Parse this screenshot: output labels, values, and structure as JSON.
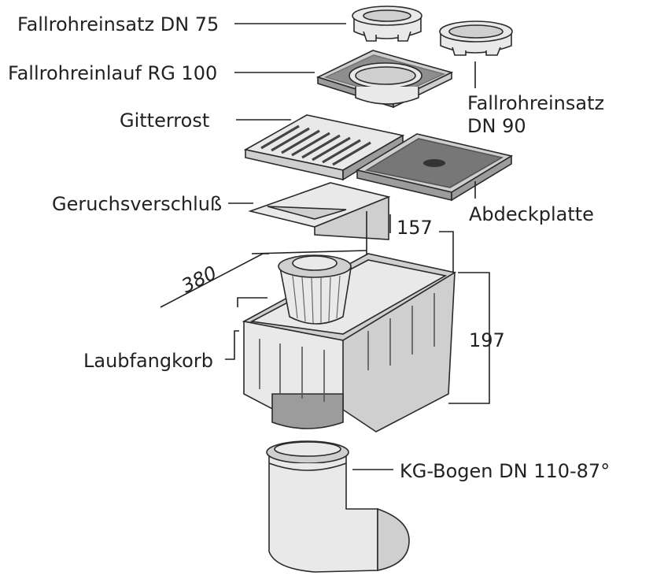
{
  "labels": {
    "fallrohreinsatz_75": "Fallrohreinsatz DN 75",
    "fallrohreinlauf_100": "Fallrohreinlauf RG 100",
    "fallrohreinsatz_90_line1": "Fallrohreinsatz",
    "fallrohreinsatz_90_line2": "DN 90",
    "gitterrost": "Gitterrost",
    "abdeckplatte": "Abdeckplatte",
    "geruchsverschluss": "Geruchsverschluß",
    "laubfangkorb": "Laubfangkorb",
    "kg_bogen": "KG-Bogen  DN 110-87°"
  },
  "dimensions": {
    "length": "380",
    "depth": "157",
    "height": "197"
  }
}
